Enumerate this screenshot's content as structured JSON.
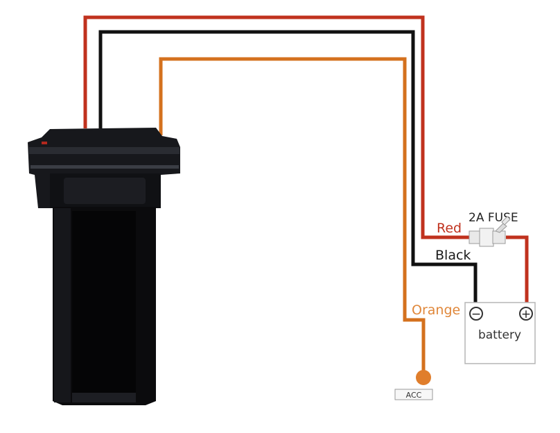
{
  "colors": {
    "red_wire": "#c0321e",
    "black_wire": "#111111",
    "orange_wire": "#d4711e",
    "red_label": "#c0321e",
    "orange_label": "#e0873a",
    "black_label": "#1a1a1a",
    "acc_dot": "#e07e2c",
    "device_body": "#0b0b0d",
    "battery_border": "#b5b5b5"
  },
  "wires": {
    "red_label": "Red",
    "black_label": "Black",
    "orange_label": "Orange"
  },
  "fuse": {
    "label": "2A FUSE"
  },
  "battery": {
    "label": "battery",
    "negative_symbol": "−",
    "positive_symbol": "+"
  },
  "acc": {
    "label": "ACC"
  },
  "device": {
    "icon": "gps-tracker-device"
  }
}
